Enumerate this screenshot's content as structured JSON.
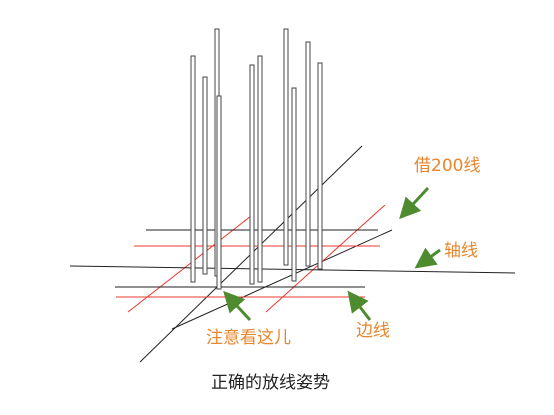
{
  "labels": {
    "borrow_line": "借200线",
    "axis_line": "轴线",
    "edge_line": "边线",
    "note_here": "注意看这儿"
  },
  "caption": "正确的放线姿势",
  "colors": {
    "label_orange": "#E8862E",
    "arrow_green": "#4E8A2E",
    "red_line": "#E8382E",
    "black_line": "#222222",
    "bar_stroke": "#444444"
  }
}
